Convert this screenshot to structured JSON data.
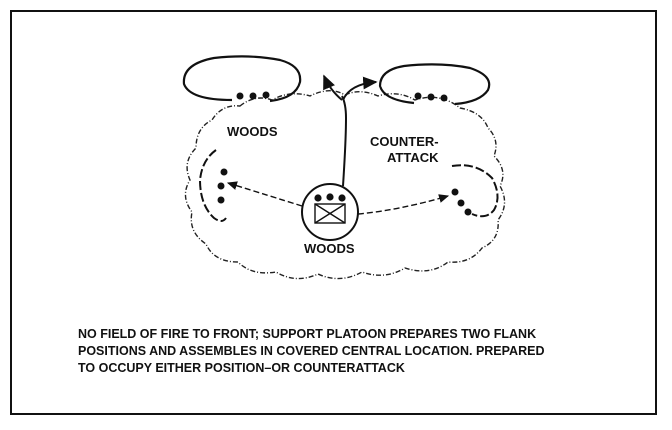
{
  "labels": {
    "woods_left": "WOODS",
    "counterattack_line1": "COUNTER-",
    "counterattack_line2": "ATTACK",
    "woods_center": "WOODS"
  },
  "caption": [
    "NO FIELD OF FIRE TO FRONT; SUPPORT PLATOON PREPARES TWO FLANK",
    "POSITIONS AND ASSEMBLES IN COVERED CENTRAL LOCATION. PREPARED",
    "TO OCCUPY EITHER POSITION–OR COUNTERATTACK"
  ],
  "colors": {
    "ink": "#111111",
    "background": "#ffffff"
  }
}
